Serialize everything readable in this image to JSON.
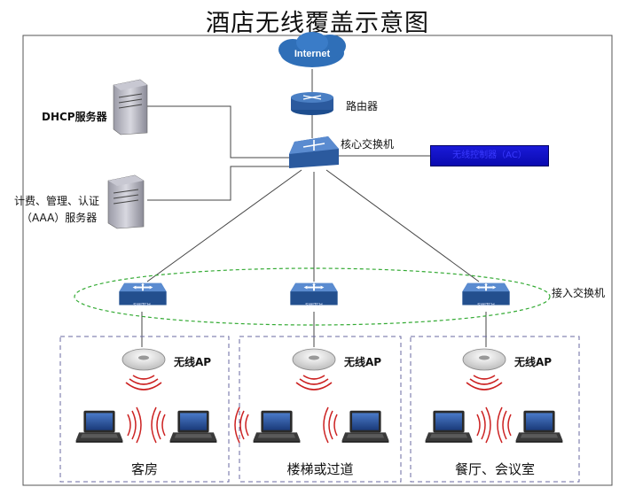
{
  "title": "酒店无线覆盖示意图",
  "nodes": {
    "internet": "Internet",
    "router": "路由器",
    "core_switch": "核心交换机",
    "dhcp": "DHCP服务器",
    "aaa_line1": "计费、管理、认证",
    "aaa_line2": "（AAA）服务器",
    "access_switch": "接入交换机",
    "switch_tag": "SWITCH",
    "ap": "无线AP",
    "ac_box": "无线控制器（AC）"
  },
  "zones": [
    {
      "label": "客房"
    },
    {
      "label": "楼梯或过道"
    },
    {
      "label": "餐厅、会议室"
    }
  ],
  "colors": {
    "cloud": "#2f6fb8",
    "device": "#2b5a9e",
    "ellipse": "#33aa33",
    "zone_border": "#6a6aa0",
    "signal": "#cc2222",
    "ac": "#1212c8"
  }
}
